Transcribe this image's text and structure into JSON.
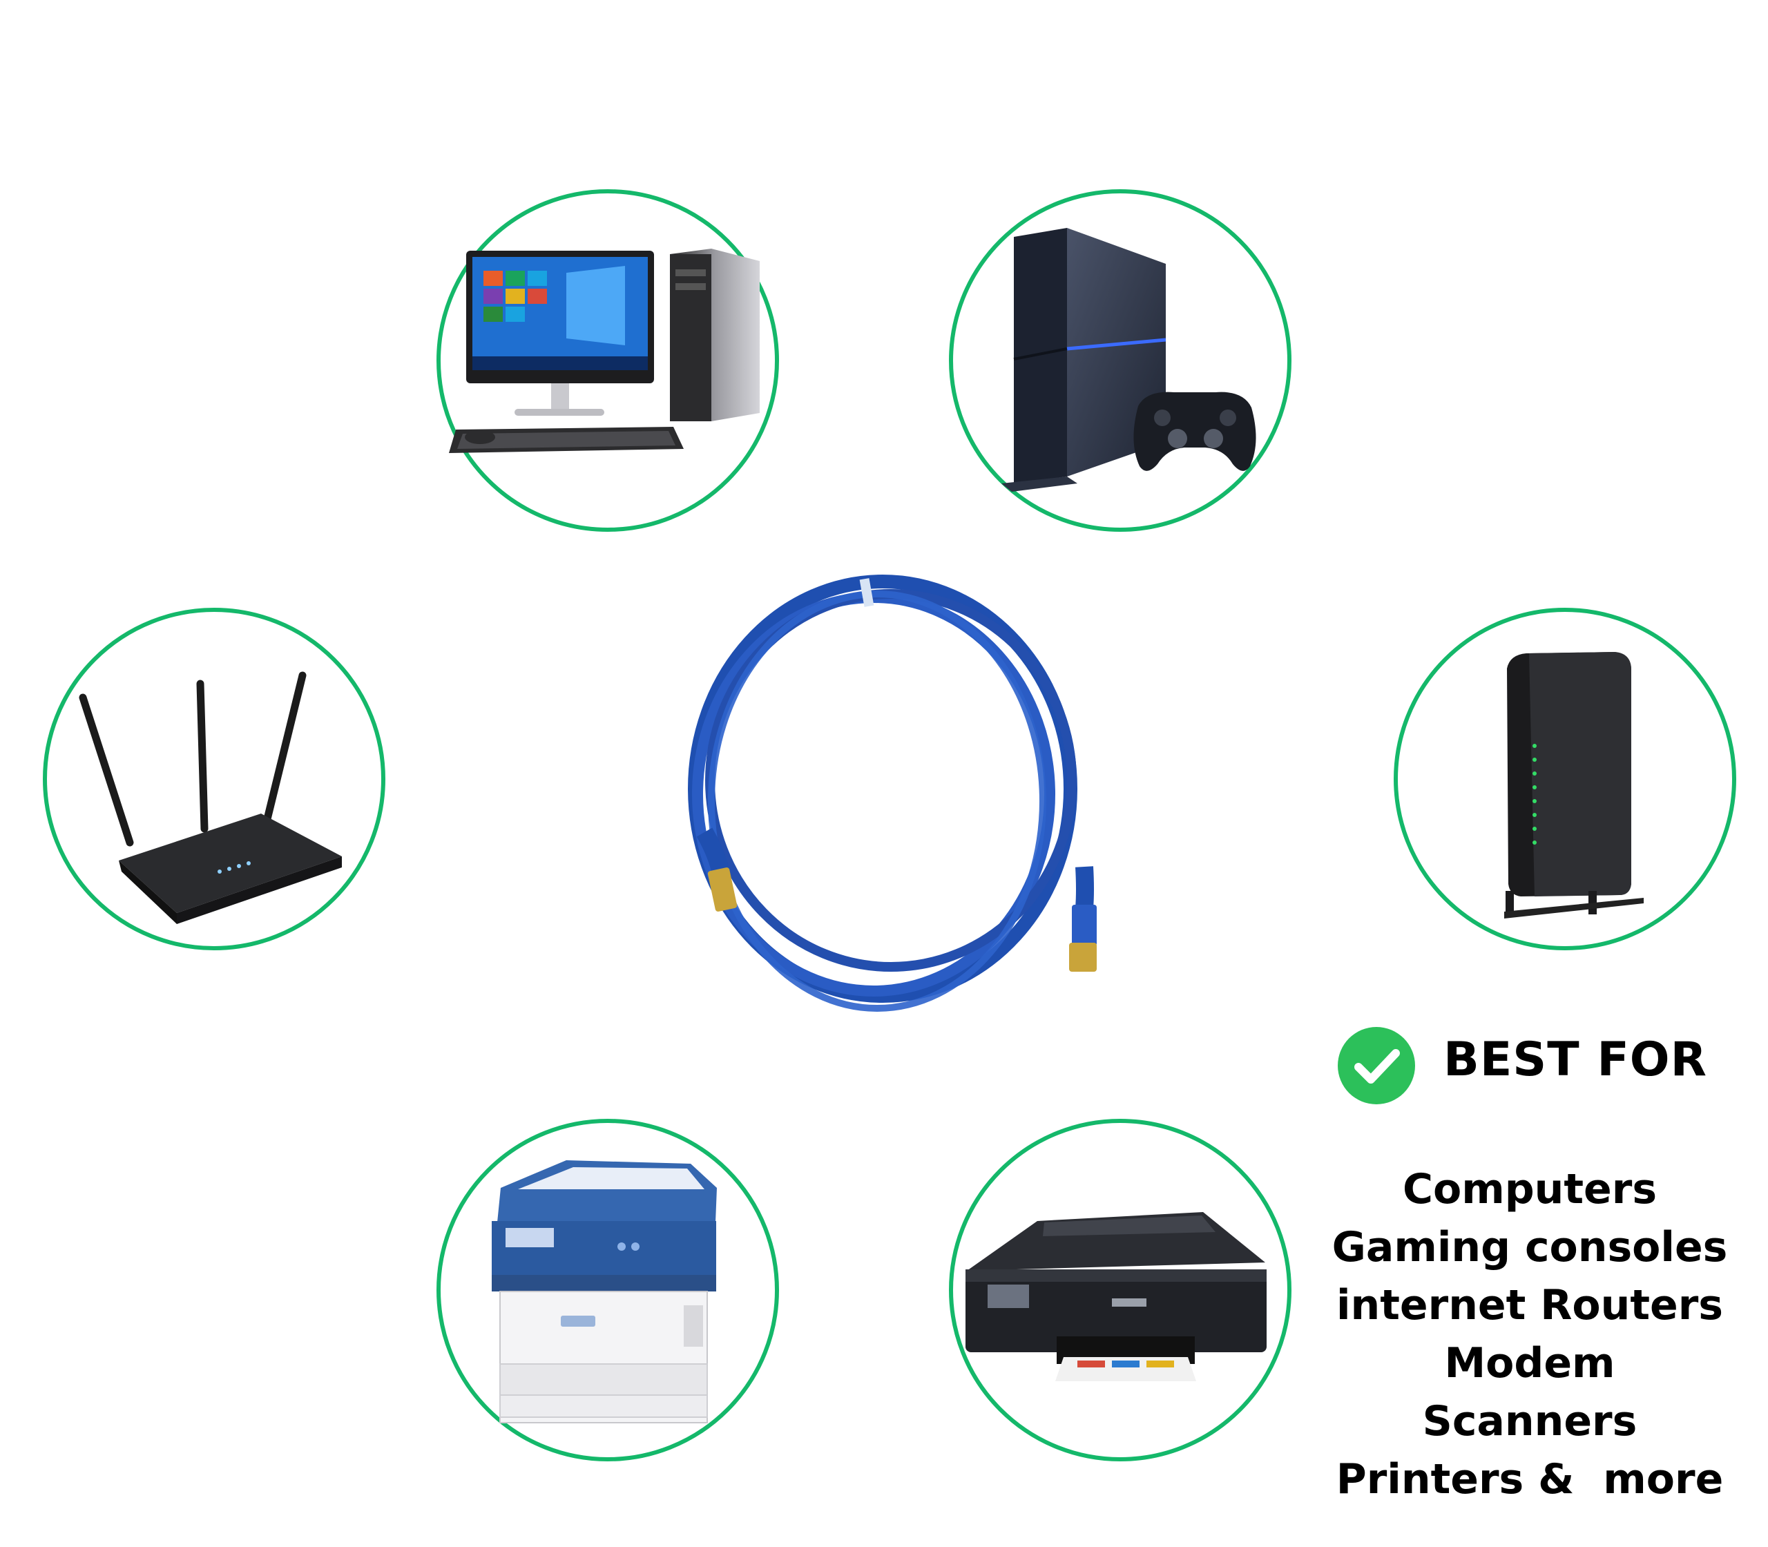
{
  "colors": {
    "ring": "#14b86a",
    "check_badge": "#2cc05a",
    "cable": "#1f4fb0",
    "connector": "#c9a43a"
  },
  "devices": [
    {
      "name": "computer",
      "icon": "desktop-computer-icon"
    },
    {
      "name": "game-console",
      "icon": "game-console-icon"
    },
    {
      "name": "router",
      "icon": "router-icon"
    },
    {
      "name": "modem",
      "icon": "modem-icon"
    },
    {
      "name": "multifunction-printer",
      "icon": "office-printer-icon"
    },
    {
      "name": "inkjet-printer",
      "icon": "inkjet-printer-icon"
    }
  ],
  "product": {
    "icon": "ethernet-cable-icon"
  },
  "best_for": {
    "title": "BEST FOR",
    "items": [
      "Computers",
      "Gaming consoles",
      "internet Routers",
      "Modem",
      "Scanners",
      "Printers &  more"
    ]
  }
}
